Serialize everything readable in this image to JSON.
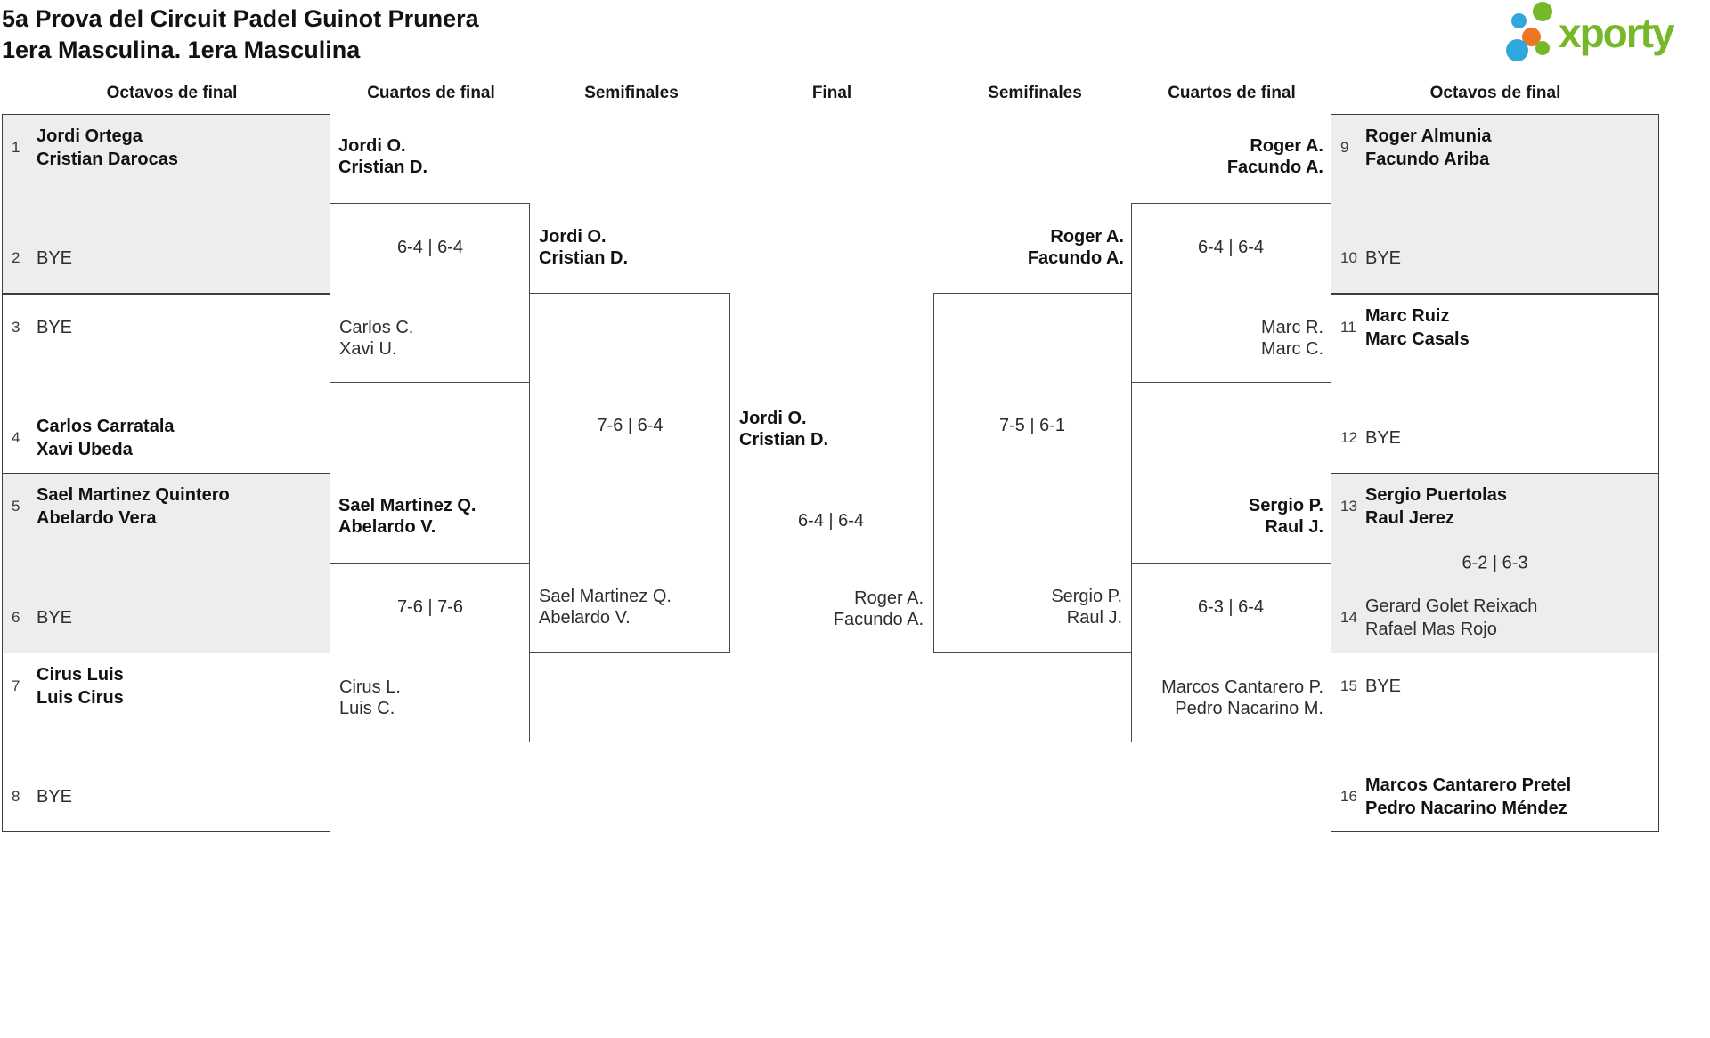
{
  "page": {
    "title_line1": "5a Prova del Circuit Padel Guinot Prunera",
    "title_line2": "1era Masculina. 1era Masculina"
  },
  "logo": {
    "text": "xporty",
    "green": "#76b82a",
    "blue": "#2fa8e0",
    "orange": "#ee7622"
  },
  "round_headers": [
    "Octavos de final",
    "Cuartos de final",
    "Semifinales",
    "Final",
    "Semifinales",
    "Cuartos de final",
    "Octavos de final"
  ],
  "octavos": [
    {
      "seed_top": "1",
      "name_top": "Jordi Ortega\nCristian Darocas",
      "seed_bottom": "2",
      "name_bottom": "BYE"
    },
    {
      "seed_top": "3",
      "name_top": "BYE",
      "seed_bottom": "4",
      "name_bottom": "Carlos Carratala\nXavi Ubeda"
    },
    {
      "seed_top": "5",
      "name_top": "Sael Martinez Quintero\nAbelardo Vera",
      "seed_bottom": "6",
      "name_bottom": "BYE"
    },
    {
      "seed_top": "7",
      "name_top": "Cirus Luis\nLuis Cirus",
      "seed_bottom": "8",
      "name_bottom": "BYE"
    },
    {
      "seed_top": "9",
      "name_top": "Roger Almunia\nFacundo Ariba",
      "seed_bottom": "10",
      "name_bottom": "BYE"
    },
    {
      "seed_top": "11",
      "name_top": "Marc Ruiz\nMarc Casals",
      "seed_bottom": "12",
      "name_bottom": "BYE"
    },
    {
      "seed_top": "13",
      "name_top": "Sergio Puertolas\nRaul Jerez",
      "score": "6-2 | 6-3",
      "seed_bottom": "14",
      "name_bottom": "Gerard Golet Reixach\nRafael Mas Rojo"
    },
    {
      "seed_top": "15",
      "name_top": "BYE",
      "seed_bottom": "16",
      "name_bottom": "Marcos Cantarero Pretel\nPedro Nacarino Méndez"
    }
  ],
  "cuartos": {
    "left1": {
      "winner": "Jordi O.\nCristian D.",
      "score": "6-4 | 6-4",
      "loser": "Carlos C.\nXavi U."
    },
    "left2": {
      "winner": "Sael Martinez Q.\nAbelardo V.",
      "score": "7-6 | 7-6",
      "loser": "Cirus L.\nLuis C."
    },
    "right1": {
      "winner": "Roger A.\nFacundo A.",
      "score": "6-4 | 6-4",
      "loser": "Marc R.\nMarc C."
    },
    "right2": {
      "winner": "Sergio P.\nRaul J.",
      "score": "6-3 | 6-4",
      "loser": "Marcos Cantarero P.\nPedro Nacarino M."
    }
  },
  "semifinales": {
    "left": {
      "winner": "Jordi O.\nCristian D.",
      "score": "7-6 | 6-4",
      "loser": "Sael Martinez Q.\nAbelardo V."
    },
    "right": {
      "winner": "Roger A.\nFacundo A.",
      "score": "7-5 | 6-1",
      "loser": "Sergio P.\nRaul J."
    }
  },
  "final": {
    "winner": "Jordi O.\nCristian D.",
    "score": "6-4 | 6-4",
    "runner_up": "Roger A.\nFacundo A."
  }
}
